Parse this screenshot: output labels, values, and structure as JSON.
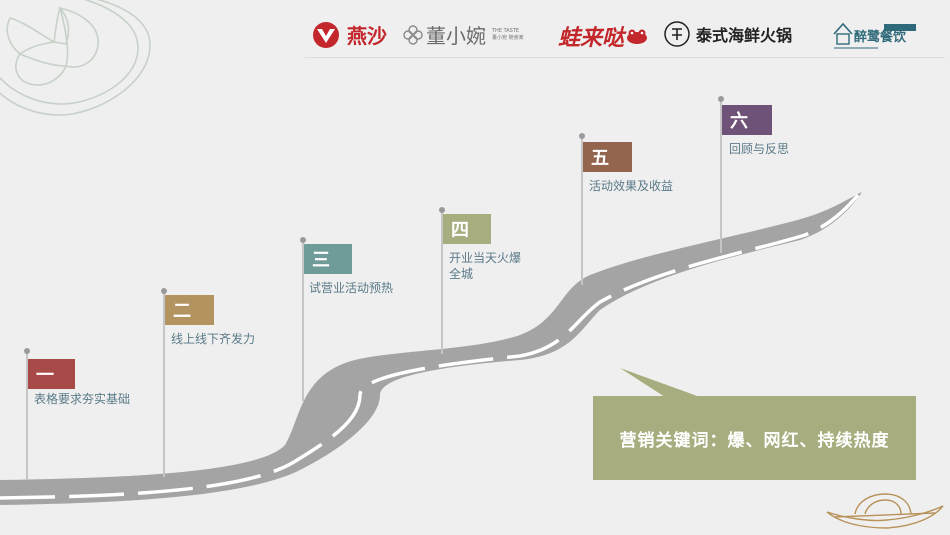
{
  "logos": [
    {
      "name": "燕沙",
      "color": "#c3272b"
    },
    {
      "name": "董小婉",
      "color": "#6b6b6b"
    },
    {
      "name": "蛙来哒",
      "color": "#c3272b"
    },
    {
      "name": "泰式海鲜火锅",
      "color": "#222222"
    },
    {
      "name": "醉鹭餐饮",
      "color": "#2f6a7a"
    }
  ],
  "logo_subtext": {
    "dongxiaowan_en": "THE TASTE",
    "dongxiaowan_cn": "董小宛 随食某"
  },
  "milestones": [
    {
      "num": "一",
      "label": "表格要求夯实基础",
      "color": "#a84a48"
    },
    {
      "num": "二",
      "label": "线上线下齐发力",
      "color": "#b39460"
    },
    {
      "num": "三",
      "label": "试营业活动预热",
      "color": "#6f9c99"
    },
    {
      "num": "四",
      "label": "开业当天火爆全城",
      "label_line1": "开业当天火爆",
      "label_line2": "全城",
      "color": "#a7ad7e"
    },
    {
      "num": "五",
      "label": "活动效果及收益",
      "color": "#93654e"
    },
    {
      "num": "六",
      "label": "回顾与反思",
      "color": "#6f5277"
    }
  ],
  "keywords": {
    "text": "营销关键词：爆、网红、持续热度",
    "bg": "#a7ad7e"
  },
  "colors": {
    "road": "#a4a4a4",
    "road_line": "#ffffff",
    "label_text": "#5a7a88",
    "background": "#efefef"
  },
  "icons": [
    "quatrefoil-decoration",
    "boat-decoration"
  ]
}
